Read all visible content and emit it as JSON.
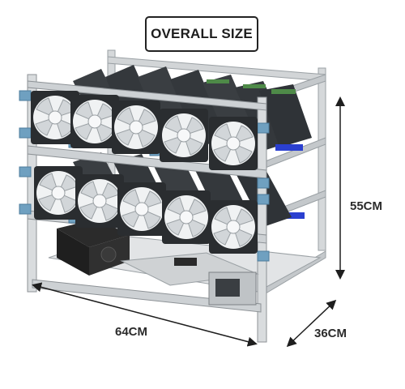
{
  "title": "OVERALL SIZE",
  "dimensions": {
    "height": "55CM",
    "width": "64CM",
    "depth": "36CM"
  },
  "colors": {
    "frame": "#c9ccce",
    "fan_frame": "#2a2d30",
    "fan_blade": "#e6e8ea",
    "gpu": "#3a3e42",
    "bracket": "#6fa0c0",
    "accent_blue": "#2a3fd0",
    "arrow": "#1e1e1e"
  },
  "components": {
    "fans_per_row": 5,
    "fan_rows": 2,
    "gpu_count": 12
  }
}
